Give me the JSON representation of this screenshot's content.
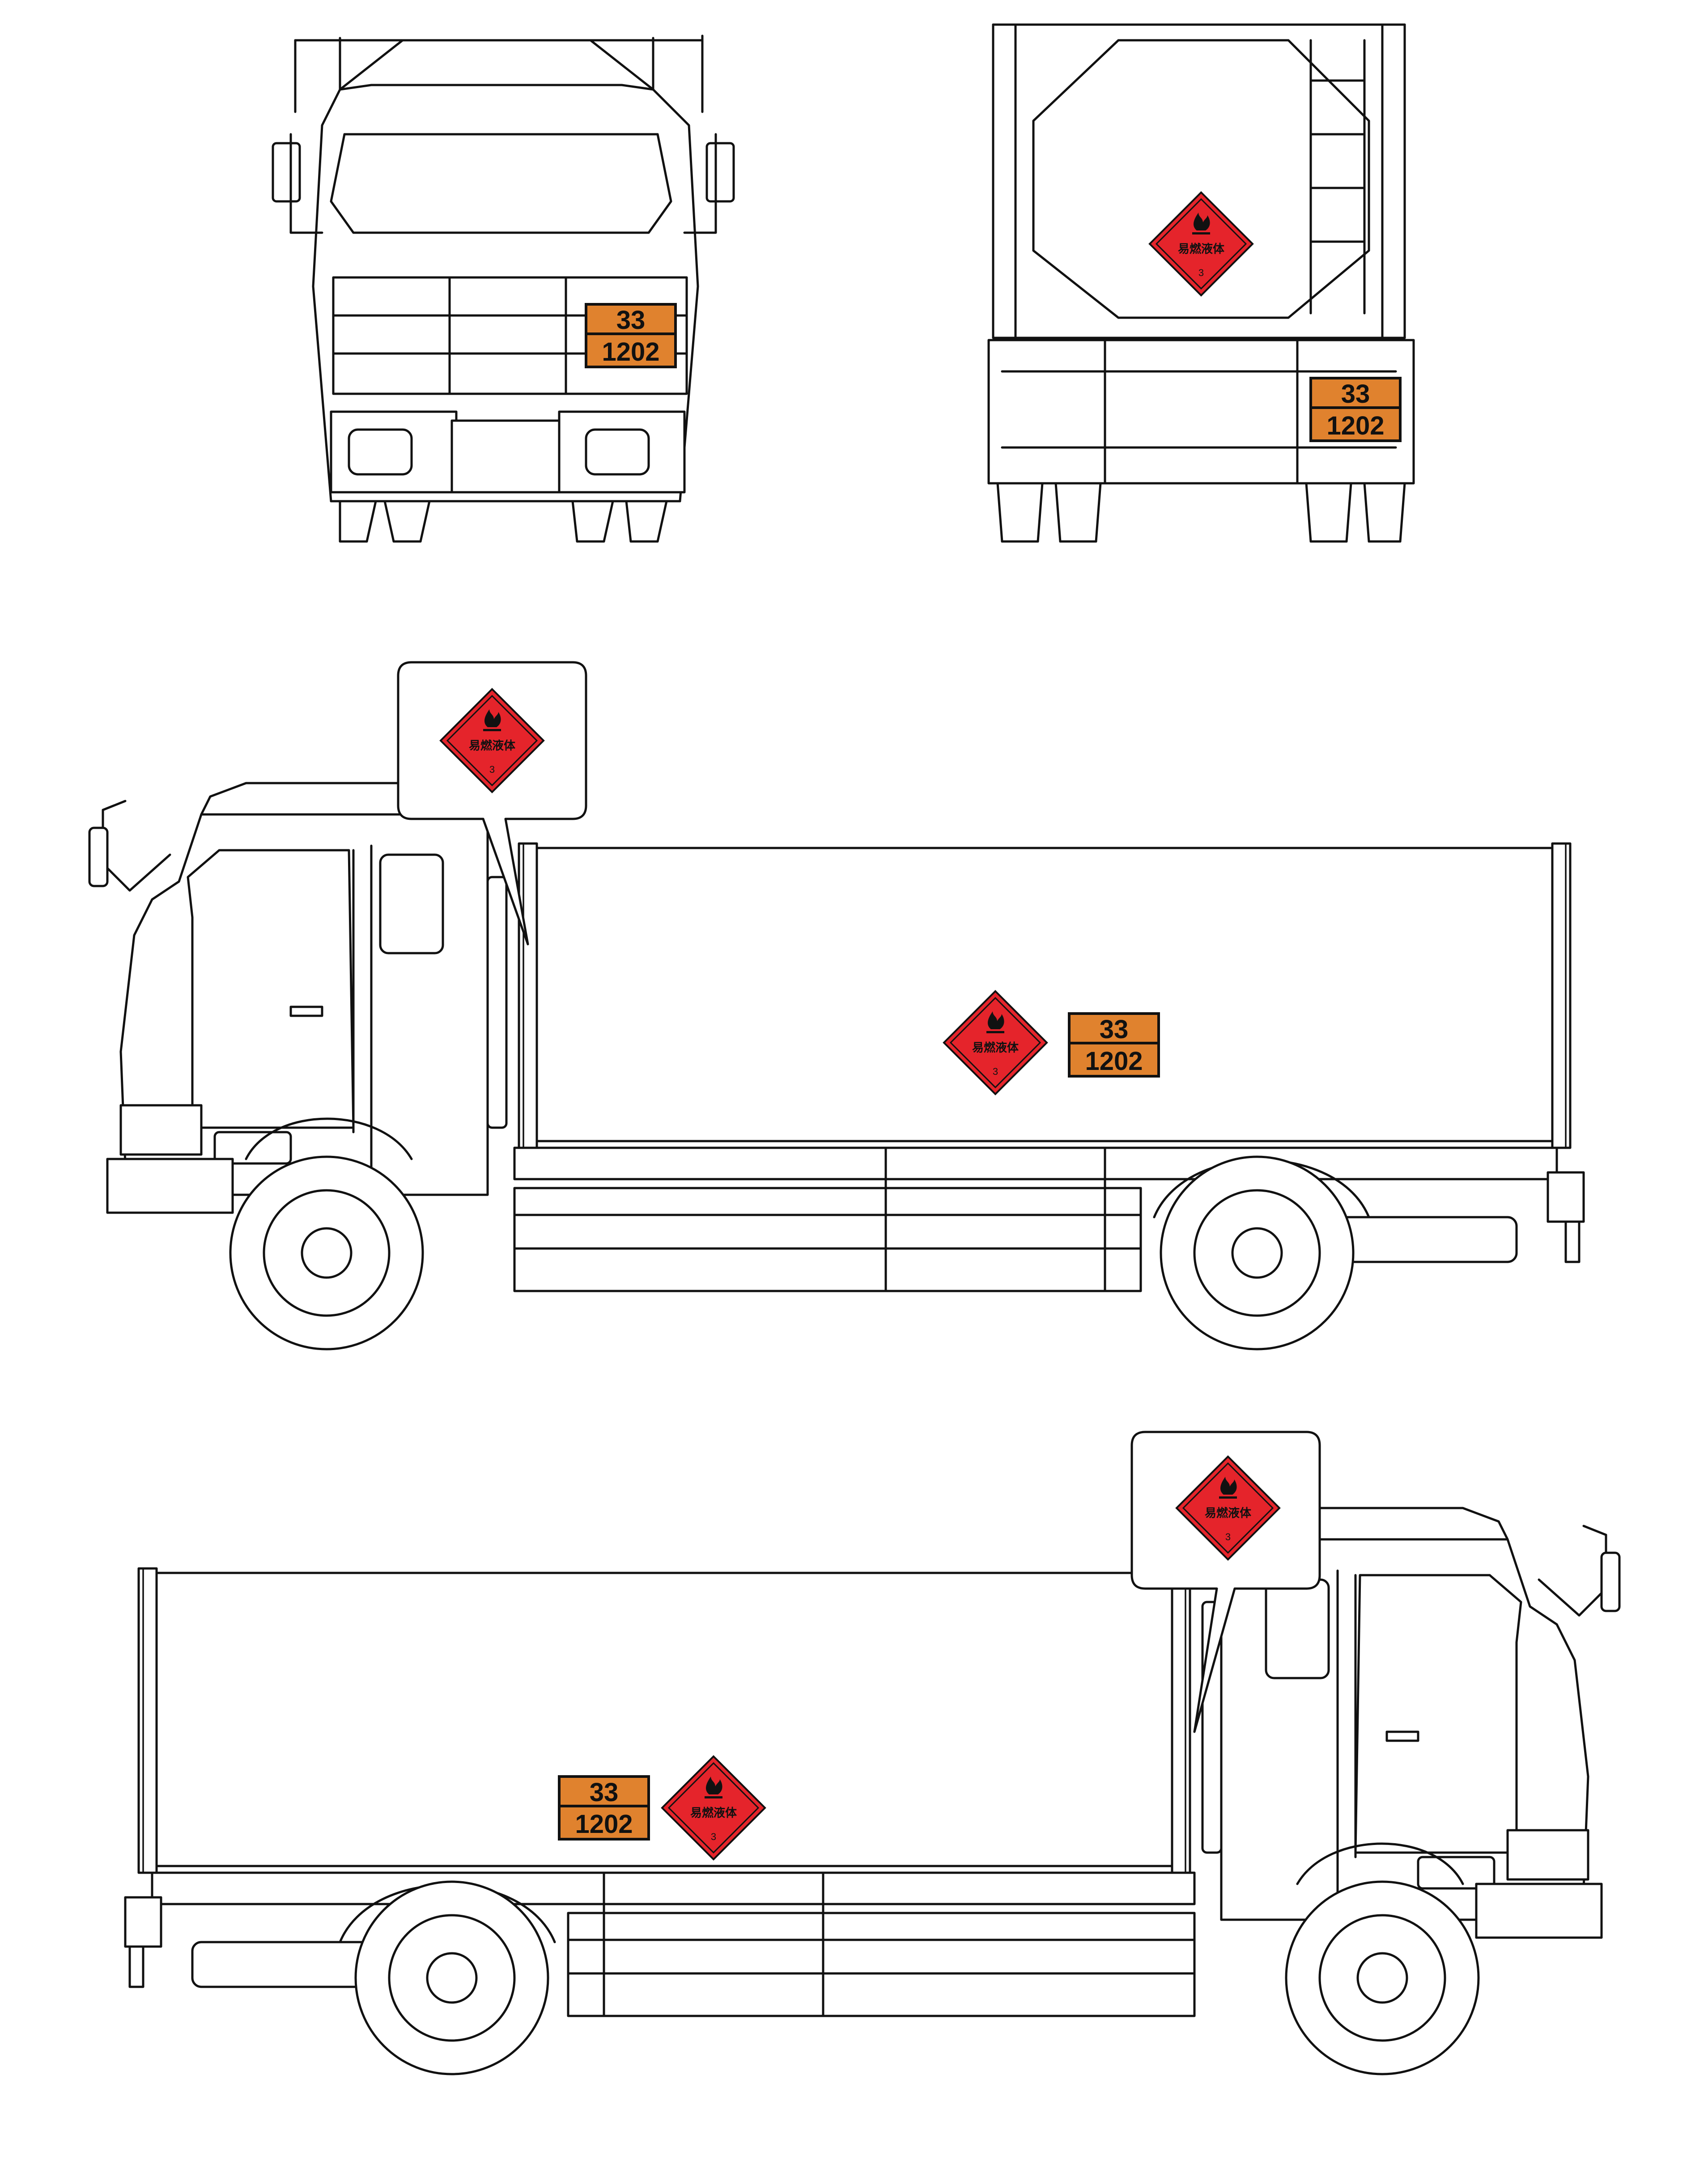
{
  "placard": {
    "hazard_id": "33",
    "un_number": "1202",
    "color": "#E0822E"
  },
  "label": {
    "text": "易燃液体",
    "class_number": "3",
    "color": "#E5242B",
    "symbol": "flame-icon"
  }
}
